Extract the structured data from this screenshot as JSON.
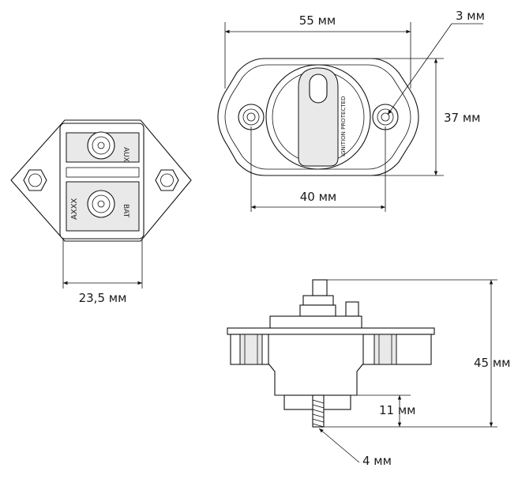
{
  "dimensions": {
    "width_small": "23,5 мм",
    "width_overall": "55 мм",
    "hole_spacing": "40 мм",
    "hole_diameter": "3 мм",
    "height_plate": "37 мм",
    "height_total": "45 мм",
    "stud_length": "11 мм",
    "stud_diameter": "4 мм"
  },
  "front_view": {
    "terminal_top_label": "AUX",
    "terminal_bottom_label": "BAT",
    "model_label": "AXXX"
  },
  "top_view": {
    "body_label": "IGNITION PROTECTED"
  }
}
